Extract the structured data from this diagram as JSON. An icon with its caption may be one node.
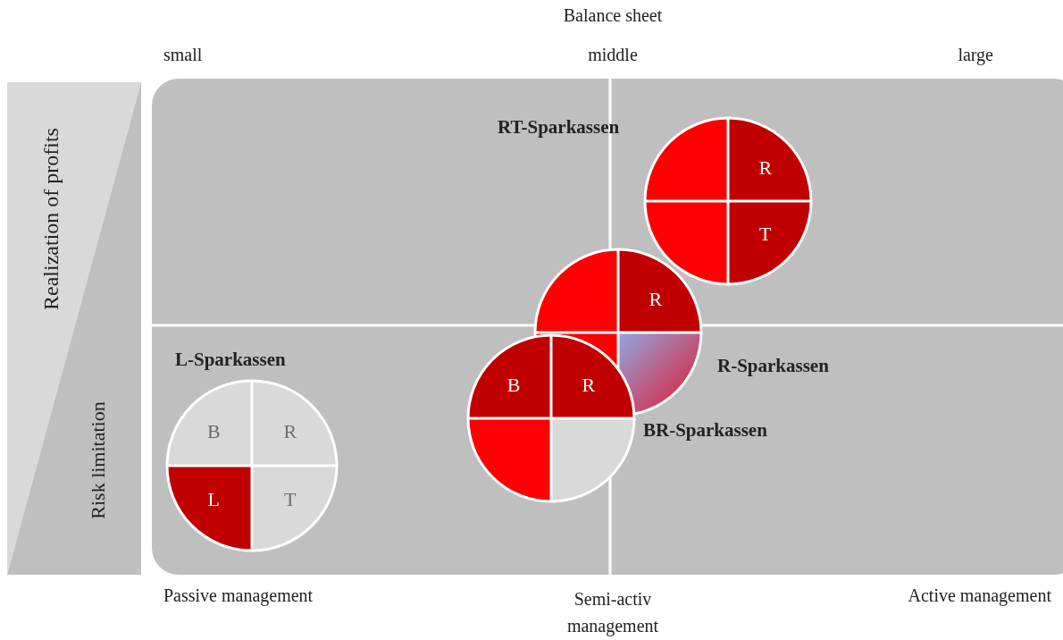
{
  "diagram": {
    "nodes": [
      {
        "text": [
          "RT-Sparkassen",
          "R",
          "T"
        ]
      },
      {
        "text": [
          "R-Sparkassen",
          "R"
        ]
      },
      {
        "text": [
          "BR-Sparkassen",
          "B",
          "R"
        ]
      },
      {
        "text": [
          "L-Sparkassen",
          "B",
          "R",
          "L",
          "T"
        ]
      }
    ],
    "labels": [
      "Balance sheet",
      "small",
      "middle",
      "large",
      "Realization of profits",
      "Risk limitation",
      "Passive management",
      "Semi-activ management",
      "Active management"
    ]
  }
}
